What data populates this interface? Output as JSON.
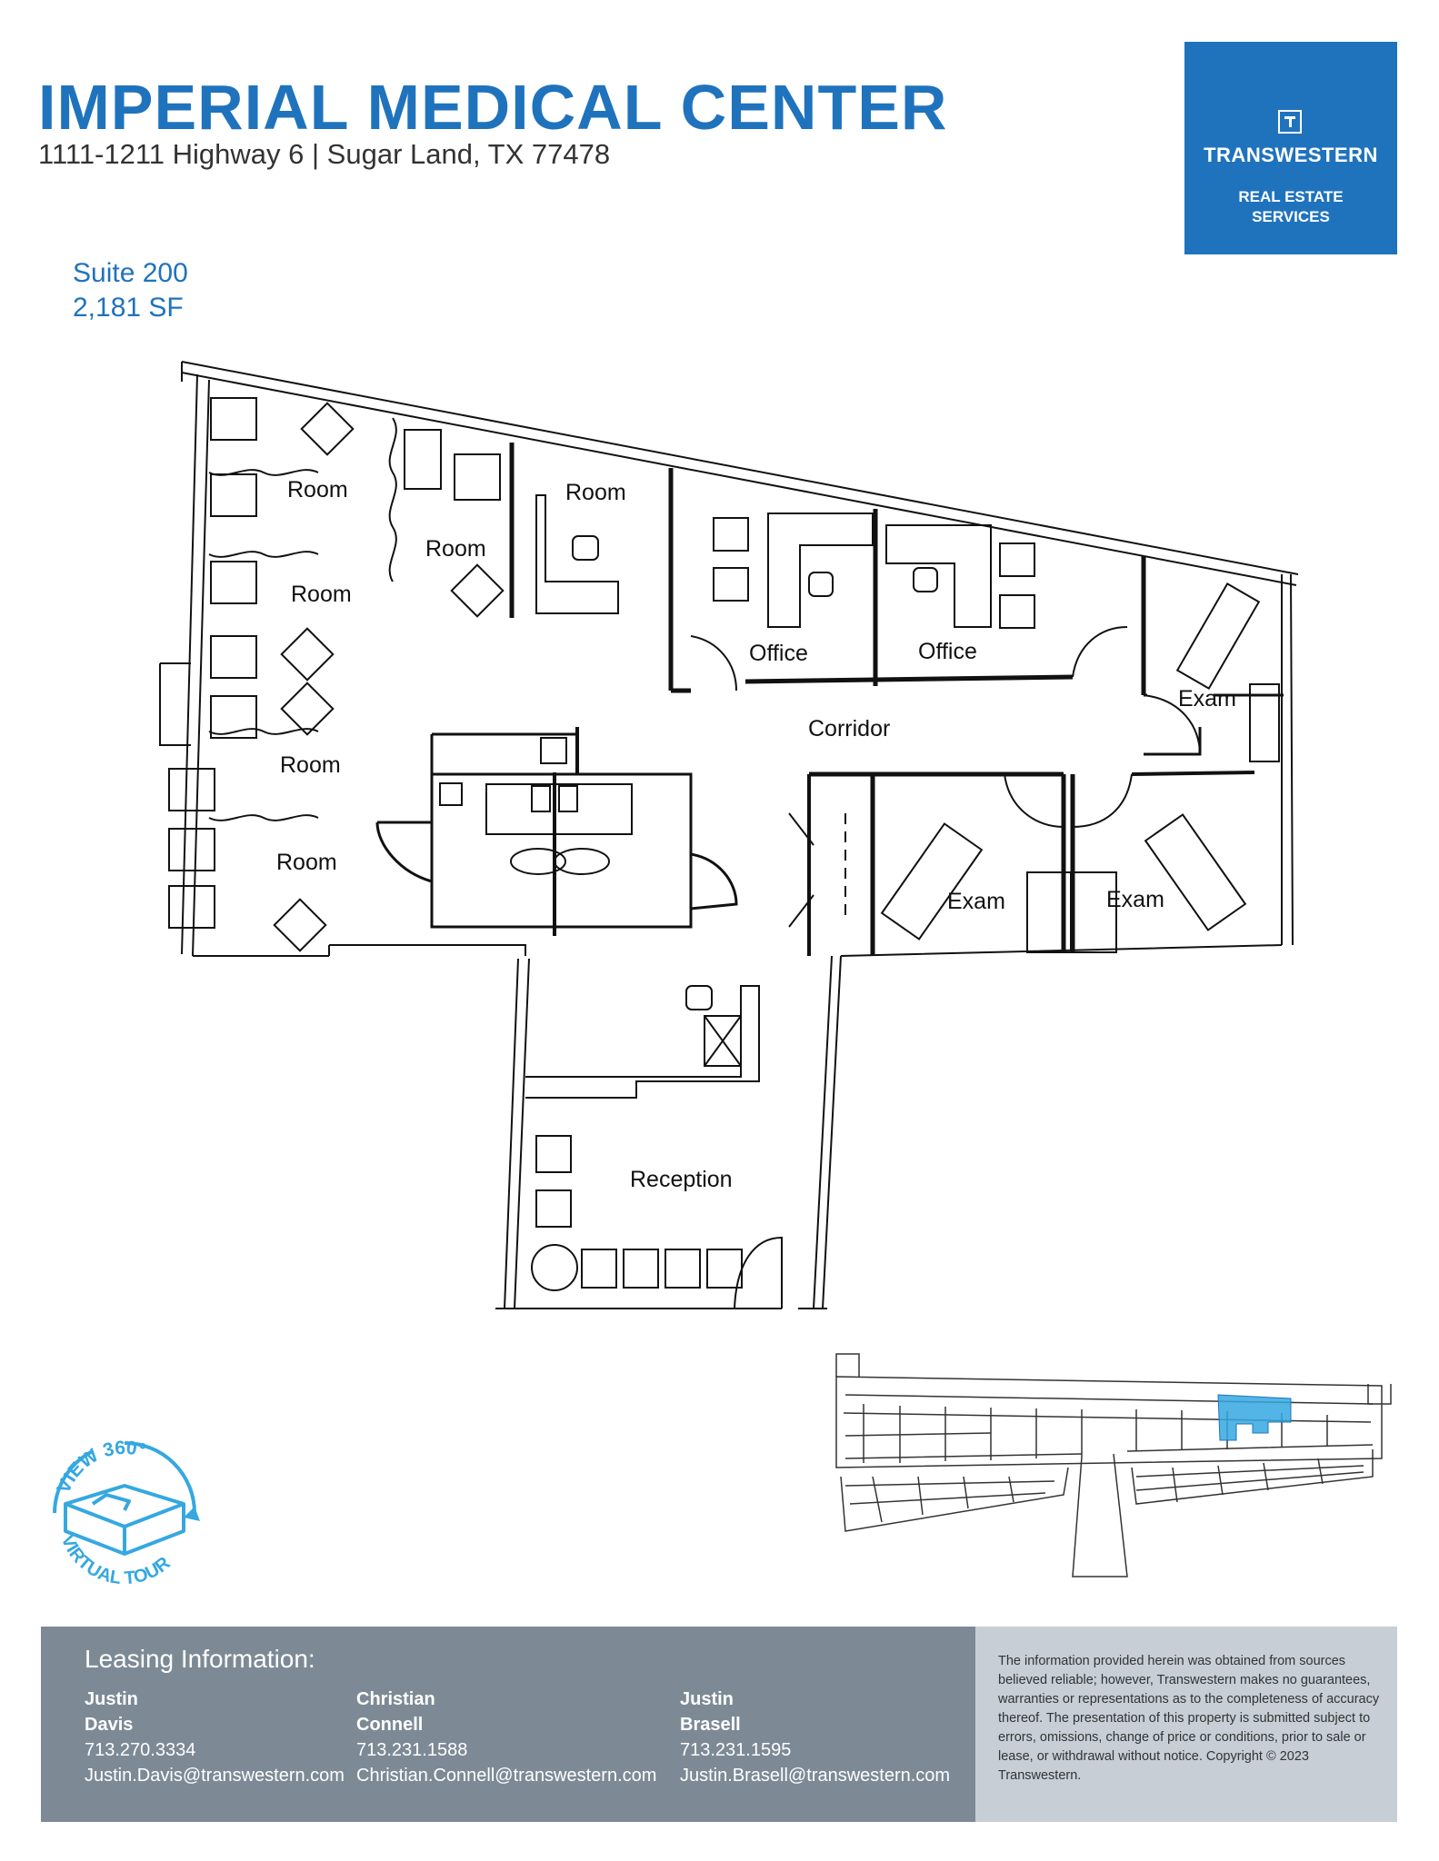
{
  "header": {
    "title": "IMPERIAL MEDICAL CENTER",
    "address": "1111-1211 Highway 6 | Sugar Land, TX 77478"
  },
  "logo": {
    "icon": "transwestern-t-icon",
    "name": "TRANSWESTERN",
    "sub_line1": "REAL ESTATE",
    "sub_line2": "SERVICES",
    "color": "#1f73bd"
  },
  "suite": {
    "name": "Suite 200",
    "area": "2,181 SF"
  },
  "floor_plan": {
    "rooms": {
      "room_1": "Room",
      "room_2": "Room",
      "room_3": "Room",
      "room_4": "Room",
      "room_5": "Room",
      "room_6": "Room",
      "office_1": "Office",
      "office_2": "Office",
      "exam_1": "Exam",
      "exam_2": "Exam",
      "exam_3": "Exam",
      "corridor": "Corridor",
      "reception": "Reception"
    },
    "highlight_color": "#35a8e0"
  },
  "tour_badge": {
    "top_text": "VIEW 360°",
    "bottom_text": "VIRTUAL TOUR",
    "color": "#35a8e0"
  },
  "leasing": {
    "title": "Leasing Information:",
    "contacts": [
      {
        "first": "Justin",
        "last": "Davis",
        "phone": "713.270.3334",
        "email": "Justin.Davis@transwestern.com"
      },
      {
        "first": "Christian",
        "last": "Connell",
        "phone": "713.231.1588",
        "email": "Christian.Connell@transwestern.com"
      },
      {
        "first": "Justin",
        "last": "Brasell",
        "phone": "713.231.1595",
        "email": "Justin.Brasell@transwestern.com"
      }
    ]
  },
  "disclaimer": "The information provided herein was obtained from sources believed reliable; however, Transwestern makes no guarantees, warranties or representations as to the completeness of accuracy thereof. The presentation of this property is submitted subject to errors, omissions, change of price or conditions, prior to sale or lease, or withdrawal without notice. Copyright © 2023 Transwestern."
}
